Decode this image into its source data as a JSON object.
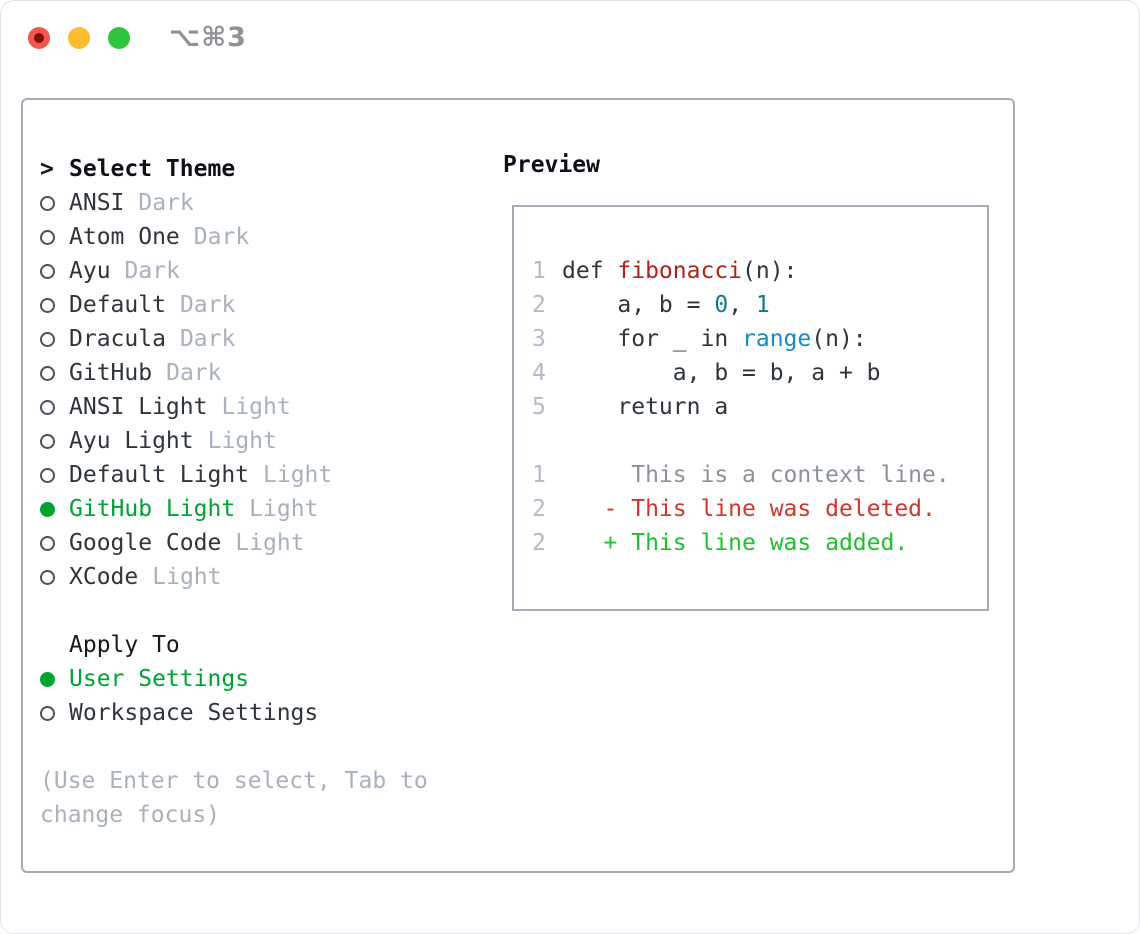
{
  "titlebar": {
    "shortcut_label": "⌥⌘3"
  },
  "theme_selector": {
    "heading": "Select Theme",
    "prompt": ">",
    "options": [
      {
        "name": "ANSI",
        "variant": "Dark",
        "selected": false
      },
      {
        "name": "Atom One",
        "variant": "Dark",
        "selected": false
      },
      {
        "name": "Ayu",
        "variant": "Dark",
        "selected": false
      },
      {
        "name": "Default",
        "variant": "Dark",
        "selected": false
      },
      {
        "name": "Dracula",
        "variant": "Dark",
        "selected": false
      },
      {
        "name": "GitHub",
        "variant": "Dark",
        "selected": false
      },
      {
        "name": "ANSI Light",
        "variant": "Light",
        "selected": false
      },
      {
        "name": "Ayu Light",
        "variant": "Light",
        "selected": false
      },
      {
        "name": "Default Light",
        "variant": "Light",
        "selected": false
      },
      {
        "name": "GitHub Light",
        "variant": "Light",
        "selected": true
      },
      {
        "name": "Google Code",
        "variant": "Light",
        "selected": false
      },
      {
        "name": "XCode",
        "variant": "Light",
        "selected": false
      }
    ]
  },
  "apply_to": {
    "heading": "Apply To",
    "options": [
      {
        "label": "User Settings",
        "selected": true
      },
      {
        "label": "Workspace Settings",
        "selected": false
      }
    ]
  },
  "help_text": "(Use Enter to select, Tab to change focus)",
  "preview": {
    "heading": "Preview",
    "lines": [
      {
        "number": "1",
        "segments": [
          {
            "text": "def ",
            "color": "fg"
          },
          {
            "text": "fibonacci",
            "color": "function"
          },
          {
            "text": "(n):",
            "color": "fg"
          }
        ]
      },
      {
        "number": "2",
        "segments": [
          {
            "text": "    a, b = ",
            "color": "fg"
          },
          {
            "text": "0",
            "color": "number"
          },
          {
            "text": ", ",
            "color": "fg"
          },
          {
            "text": "1",
            "color": "number"
          }
        ]
      },
      {
        "number": "3",
        "segments": [
          {
            "text": "    for _ in ",
            "color": "fg"
          },
          {
            "text": "range",
            "color": "builtin"
          },
          {
            "text": "(n):",
            "color": "fg"
          }
        ]
      },
      {
        "number": "4",
        "segments": [
          {
            "text": "        a, b = b, a + b",
            "color": "fg"
          }
        ]
      },
      {
        "number": "5",
        "segments": [
          {
            "text": "    return a",
            "color": "fg"
          }
        ]
      },
      {
        "number": "",
        "segments": []
      },
      {
        "number": "1",
        "segments": [
          {
            "text": "     This is a context line.",
            "color": "context"
          }
        ]
      },
      {
        "number": "2",
        "segments": [
          {
            "text": "   - This line was deleted.",
            "color": "deleted"
          }
        ]
      },
      {
        "number": "2",
        "segments": [
          {
            "text": "   + This line was added.",
            "color": "added"
          }
        ]
      }
    ]
  },
  "colors": {
    "accent-green": "#00a232",
    "added-green": "#1dc12b",
    "deleted-red": "#d1362a",
    "function-red": "#b0221b",
    "number-teal": "#0d7e8a",
    "builtin-blue": "#1489cb",
    "text": "#2f353c",
    "muted": "#a9b1bd",
    "line-number": "#b4bbc6",
    "context-gray": "#8b929b",
    "border": "#a4acb8",
    "traffic-red": "#f4564d",
    "traffic-yellow": "#fdbc2e",
    "traffic-green": "#2dc53a"
  }
}
